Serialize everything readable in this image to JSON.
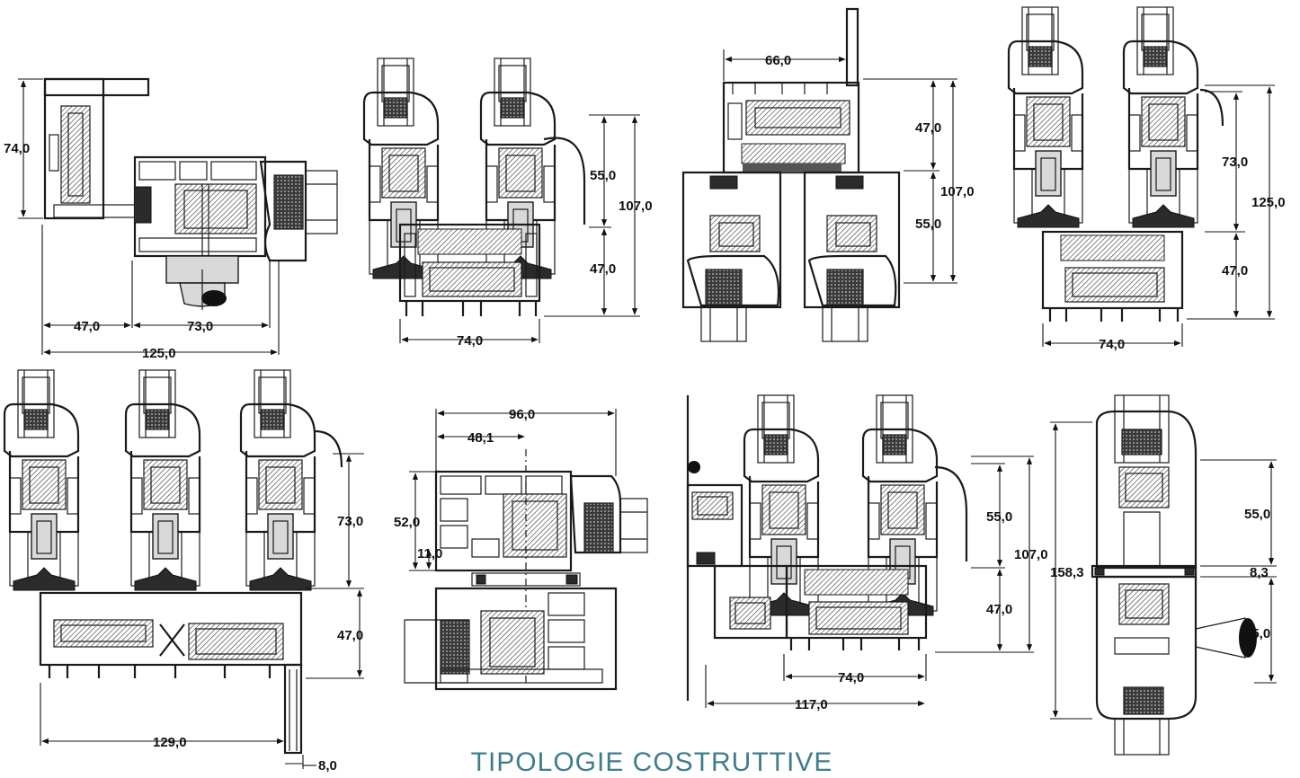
{
  "title": "TIPOLOGIE COSTRUTTIVE",
  "accent_color": "#3f7d8c",
  "sections": [
    {
      "id": "s1",
      "dims": [
        "74,0",
        "47,0",
        "73,0",
        "125,0"
      ]
    },
    {
      "id": "s2",
      "dims": [
        "55,0",
        "47,0",
        "107,0",
        "74,0"
      ]
    },
    {
      "id": "s3",
      "dims": [
        "66,0",
        "47,0",
        "55,0",
        "107,0"
      ]
    },
    {
      "id": "s4",
      "dims": [
        "73,0",
        "47,0",
        "125,0",
        "74,0"
      ]
    },
    {
      "id": "s5",
      "dims": [
        "73,0",
        "47,0",
        "129,0",
        "8,0"
      ]
    },
    {
      "id": "s6",
      "dims": [
        "96,0",
        "48,1",
        "52,0",
        "11,0"
      ]
    },
    {
      "id": "s7",
      "dims": [
        "55,0",
        "47,0",
        "107,0",
        "74,0",
        "117,0"
      ]
    },
    {
      "id": "s8",
      "dims": [
        "55,0",
        "8,3",
        "55,0",
        "158,3"
      ]
    }
  ]
}
